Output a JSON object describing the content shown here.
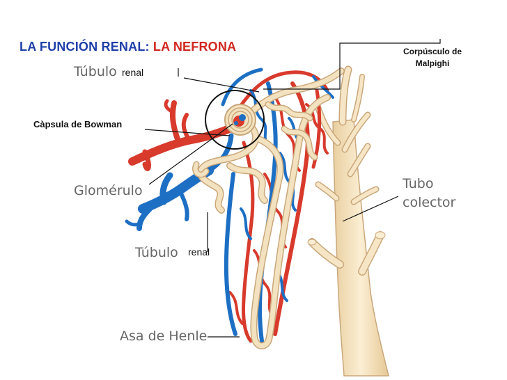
{
  "title": {
    "part1": "LA FUNCIÓN RENAL:",
    "part2": "LA NEFRONA"
  },
  "labels": {
    "tubulo_top_word": "Túbulo",
    "tubulo_top_renal": "renal",
    "capsula": "Càpsula de Bowman",
    "glomerulo": "Glomérulo",
    "tubulo_bottom_word": "Túbulo",
    "tubulo_bottom_renal": "renal",
    "asa": "Asa de Henle",
    "tubo_line1": "Tubo",
    "tubo_line2": "colector",
    "corpusculo": "Corpúsculo de Malpighi"
  },
  "colors": {
    "title_blue": "#1e3fa8",
    "title_red": "#d0281f",
    "artery_red": "#d83a2c",
    "vein_blue": "#1d6fc4",
    "tubule_cream": "#f3e2bf",
    "tubule_outline": "#c9a77a"
  }
}
